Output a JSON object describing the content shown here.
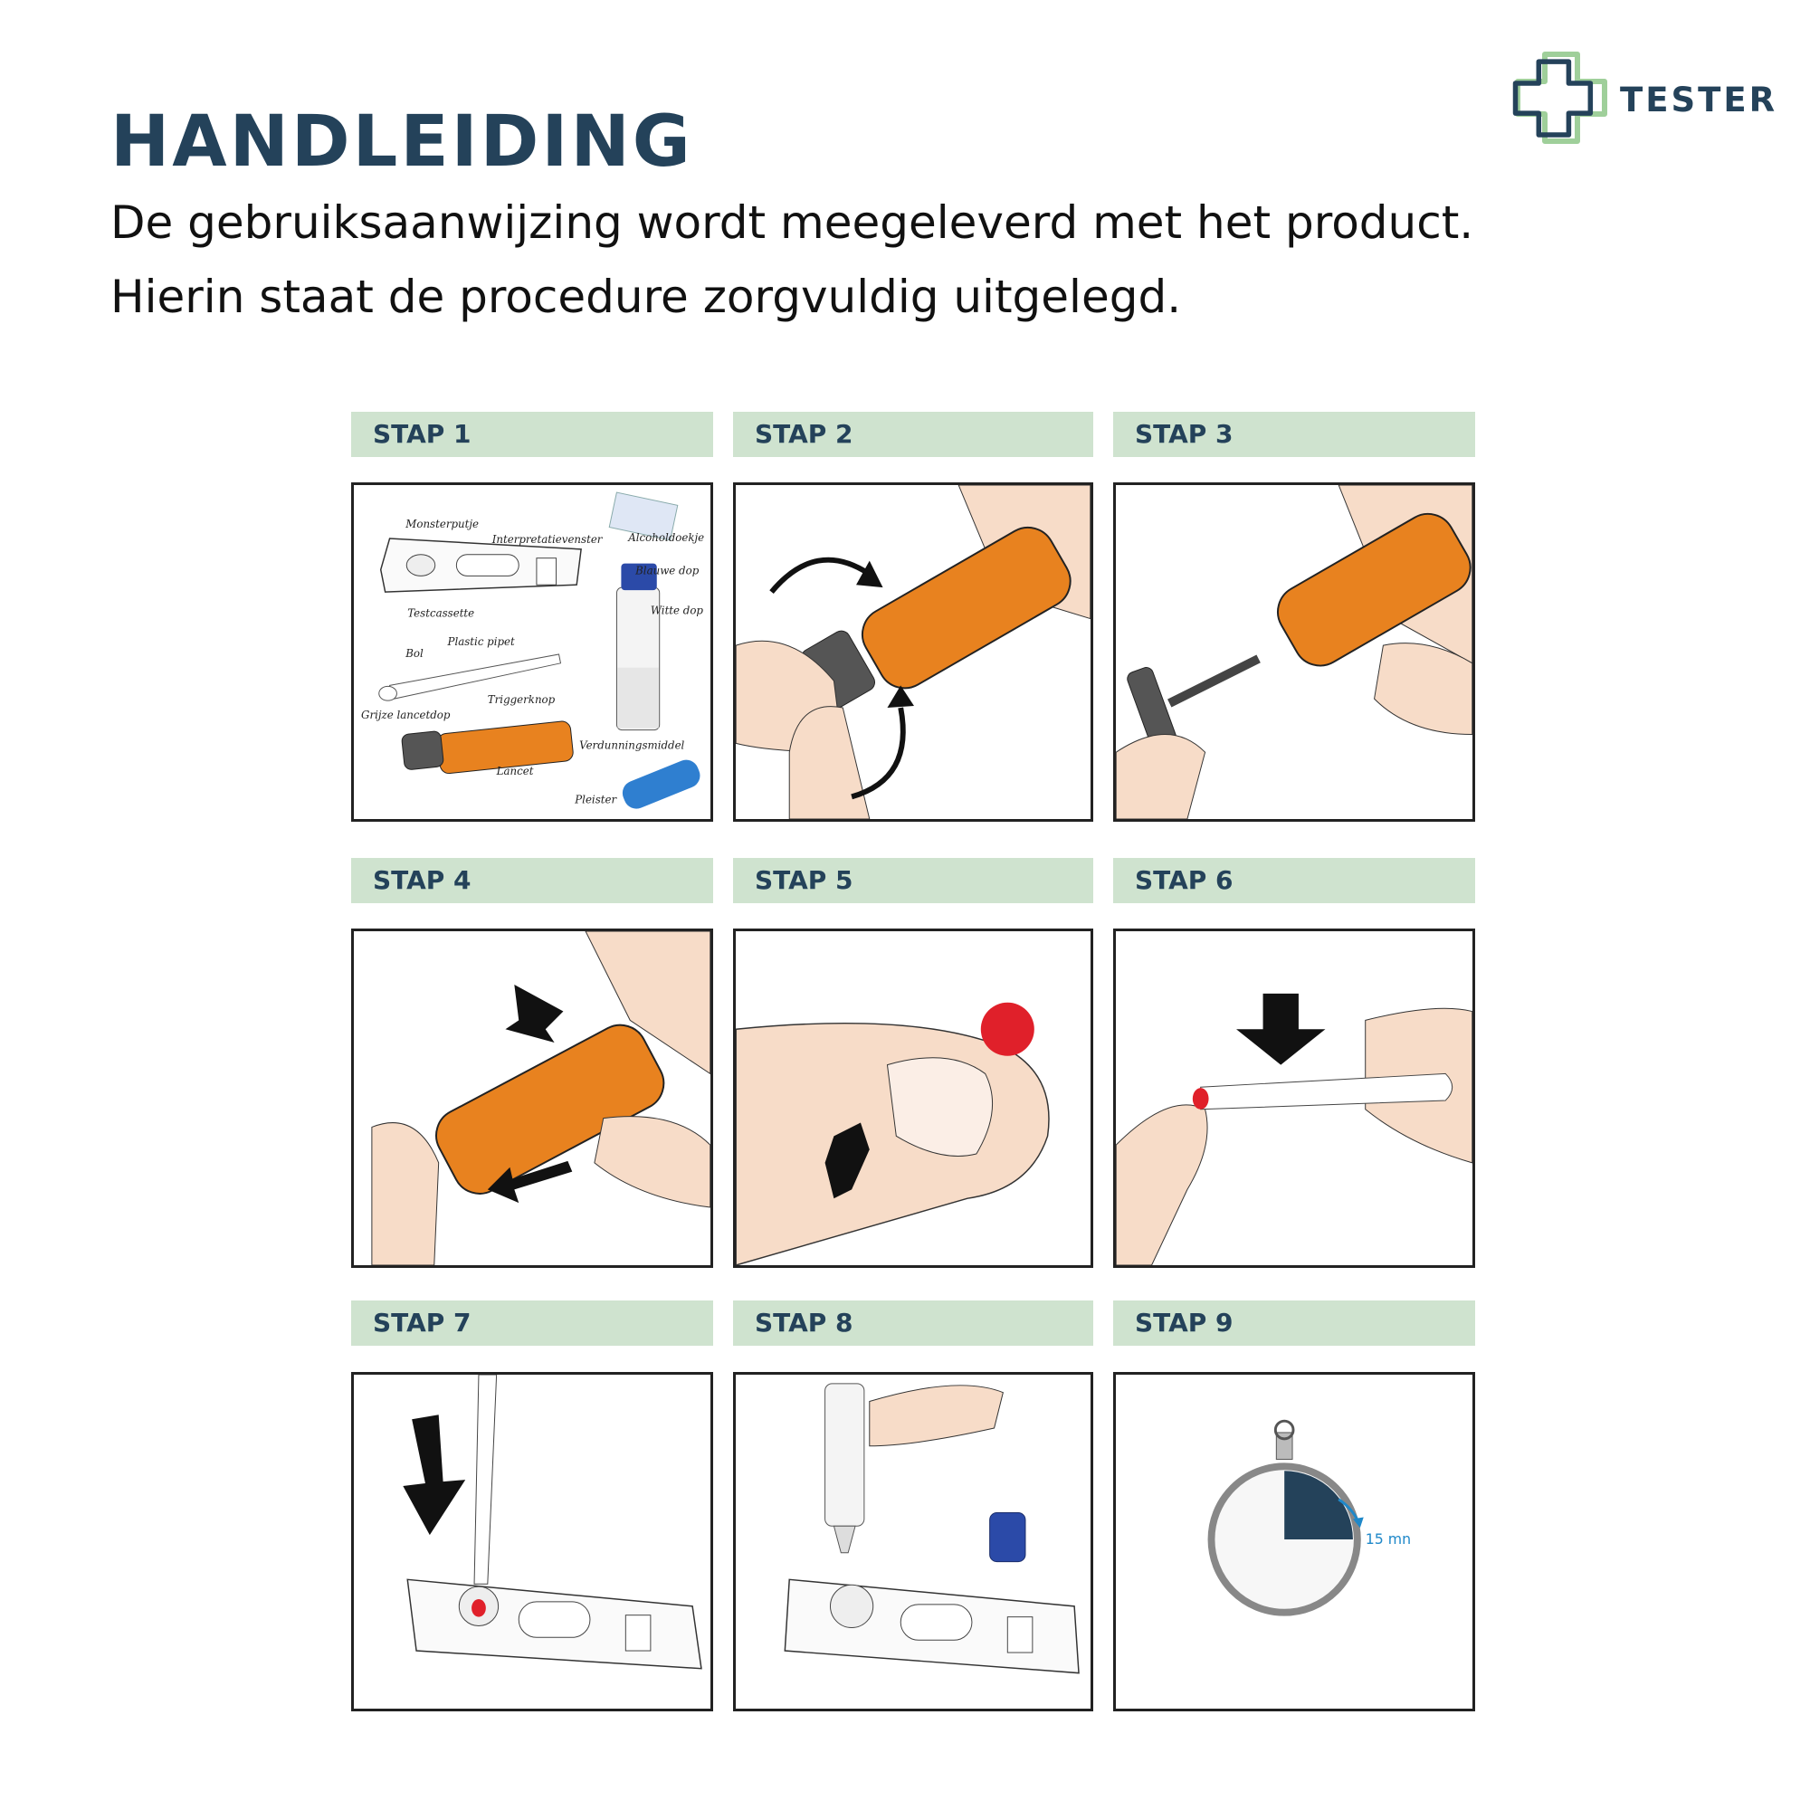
{
  "header": {
    "title": "HANDLEIDING",
    "subtitle": "De gebruiksaanwijzing wordt meegeleverd met het product. Hierin staat de procedure zorgvuldig uitgelegd."
  },
  "brand": {
    "name": "TESTER",
    "logo_icon": "cross-outline-icon"
  },
  "colors": {
    "title": "#24425a",
    "label_bg": "#cfe3cf",
    "lancet": "#e8821f",
    "skin": "#f7dcc8",
    "blood": "#e0202a"
  },
  "steps": [
    {
      "label": "STAP 1",
      "illustration": "kit-contents-icon",
      "parts": {
        "monsterputje": "Monsterputje",
        "interpretatievenster": "Interpretatievenster",
        "alcoholdoekje": "Alcoholdoekje",
        "blauwe_dop": "Blauwe dop",
        "witte_dop": "Witte dop",
        "testcassette": "Testcassette",
        "plastic_pipet": "Plastic pipet",
        "bol": "Bol",
        "triggerknop": "Triggerknop",
        "grijze_lancetdop": "Grijze lancetdop",
        "verdunningsmiddel": "Verdunningsmiddel",
        "lancet": "Lancet",
        "pleister": "Pleister"
      }
    },
    {
      "label": "STAP 2",
      "illustration": "twist-cap-icon"
    },
    {
      "label": "STAP 3",
      "illustration": "remove-cap-icon"
    },
    {
      "label": "STAP 4",
      "illustration": "press-lancet-icon"
    },
    {
      "label": "STAP 5",
      "illustration": "blood-drop-finger-icon"
    },
    {
      "label": "STAP 6",
      "illustration": "pipette-collect-icon"
    },
    {
      "label": "STAP 7",
      "illustration": "apply-blood-cassette-icon"
    },
    {
      "label": "STAP 8",
      "illustration": "add-diluent-icon"
    },
    {
      "label": "STAP 9",
      "illustration": "timer-icon",
      "timer_text": "15 mn"
    }
  ]
}
